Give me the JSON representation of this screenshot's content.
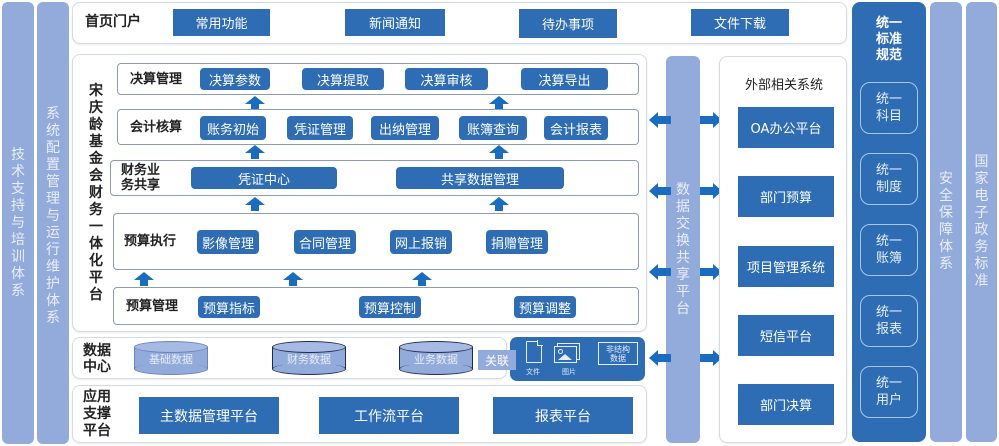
{
  "colors": {
    "primary_blue": "#2e6db3",
    "arrow_blue": "#1a6cbf",
    "light_column": "#93abdb",
    "standards_panel": "#2e6db3"
  },
  "left_columns": {
    "tech_support": "技术支持与培训体系",
    "system_config": "系统配置管理与运行维护体系"
  },
  "portal": {
    "label": "首页门户",
    "buttons": [
      "常用功能",
      "新闻通知",
      "待办事项",
      "文件下载"
    ]
  },
  "platform": {
    "title": "宋庆龄基金会财务一体化平台",
    "rows": {
      "final_accounts": {
        "label": "决算管理",
        "items": [
          "决算参数",
          "决算提取",
          "决算审核",
          "决算导出"
        ]
      },
      "accounting": {
        "label": "会计核算",
        "items": [
          "账务初始",
          "凭证管理",
          "出纳管理",
          "账簿查询",
          "会计报表"
        ]
      },
      "shared_services": {
        "label_line1": "财务业",
        "label_line2": "务共享",
        "items": [
          "凭证中心",
          "共享数据管理"
        ]
      },
      "budget_execution": {
        "label": "预算执行",
        "items": [
          "影像管理",
          "合同管理",
          "网上报销",
          "捐赠管理"
        ]
      },
      "budget_management": {
        "label": "预算管理",
        "items": [
          "预算指标",
          "预算控制",
          "预算调整"
        ]
      }
    }
  },
  "data_center": {
    "label_line1": "数据",
    "label_line2": "中心",
    "databases": [
      "基础数据",
      "财务数据",
      "业务数据"
    ],
    "link_label": "关联",
    "unstructured": {
      "file_label": "文件",
      "image_label": "图片",
      "box_line1": "非结构",
      "box_line2": "数据"
    }
  },
  "app_support": {
    "label_line1": "应用",
    "label_line2": "支撑",
    "label_line3": "平台",
    "items": [
      "主数据管理平台",
      "工作流平台",
      "报表平台"
    ]
  },
  "exchange_platform": {
    "label": "数据交换共享平台"
  },
  "external_systems": {
    "title": "外部相关系统",
    "items": [
      "OA办公平台",
      "部门预算",
      "项目管理系统",
      "短信平台",
      "部门决算"
    ]
  },
  "standards": {
    "title_line1": "统一",
    "title_line2": "标准",
    "title_line3": "规范",
    "items": [
      {
        "line1": "统一",
        "line2": "科目"
      },
      {
        "line1": "统一",
        "line2": "制度"
      },
      {
        "line1": "统一",
        "line2": "账簿"
      },
      {
        "line1": "统一",
        "line2": "报表"
      },
      {
        "line1": "统一",
        "line2": "用户"
      }
    ]
  },
  "right_columns": {
    "security": "安全保障体系",
    "gov_standard": "国家电子政务标准"
  }
}
